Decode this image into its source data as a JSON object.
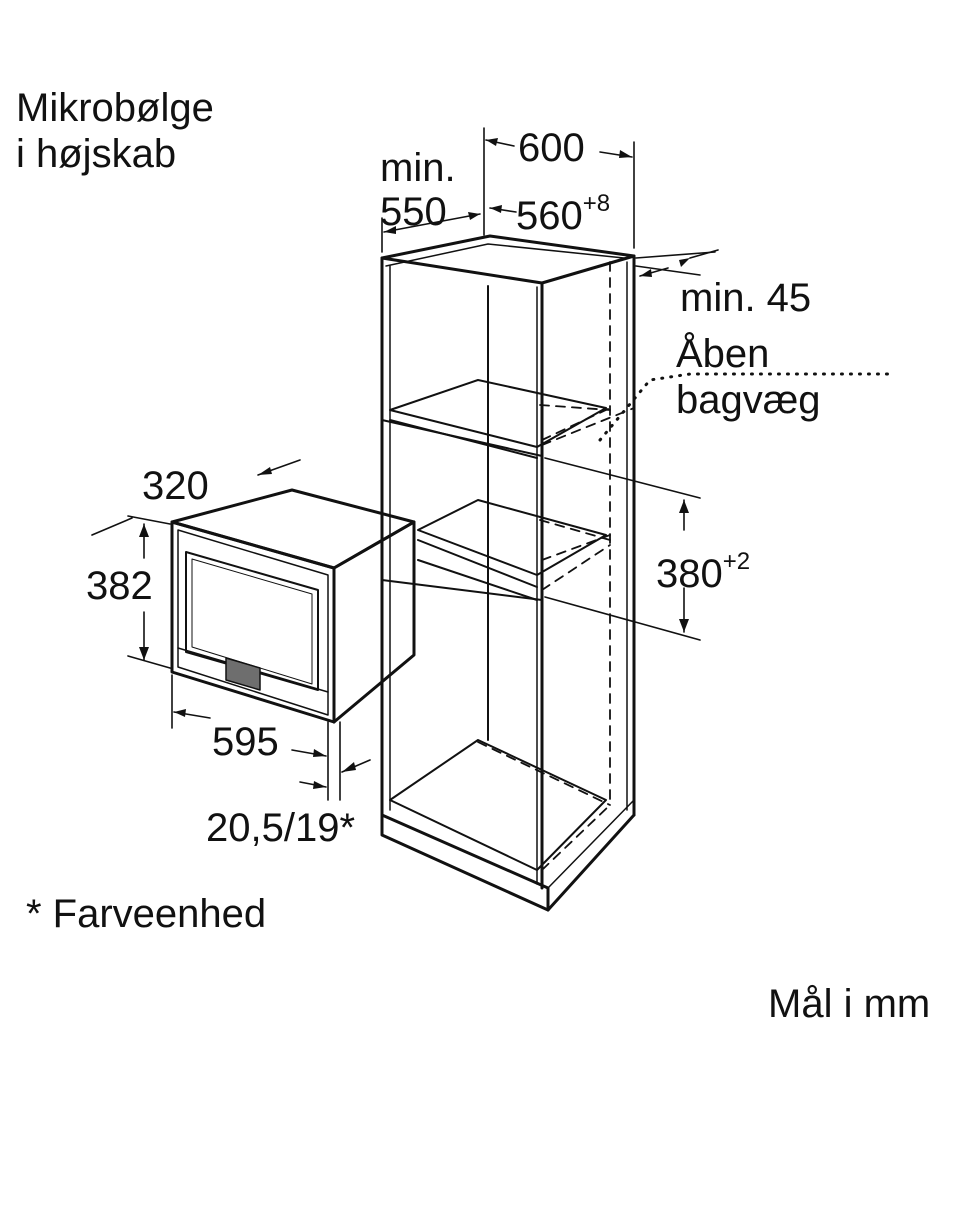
{
  "title": {
    "line1": "Mikrobølge",
    "line2": "i højskab"
  },
  "dimensions": {
    "cabinet_width": "600",
    "min_depth_line1": "min.",
    "min_depth_line2": "550",
    "niche_width": "560",
    "niche_width_tol": "+8",
    "rear_gap": "min. 45",
    "niche_height": "380",
    "niche_height_tol": "+2",
    "device_depth": "320",
    "device_height": "382",
    "device_width": "595",
    "front_thickness": "20,5/19*"
  },
  "annotation": {
    "line1": "Åben",
    "line2": "bagvæg"
  },
  "footnote": "* Farveenhed",
  "units_note": "Mål i mm",
  "colors": {
    "ink": "#111111",
    "panel": "#6e6e6e",
    "background": "#ffffff"
  }
}
